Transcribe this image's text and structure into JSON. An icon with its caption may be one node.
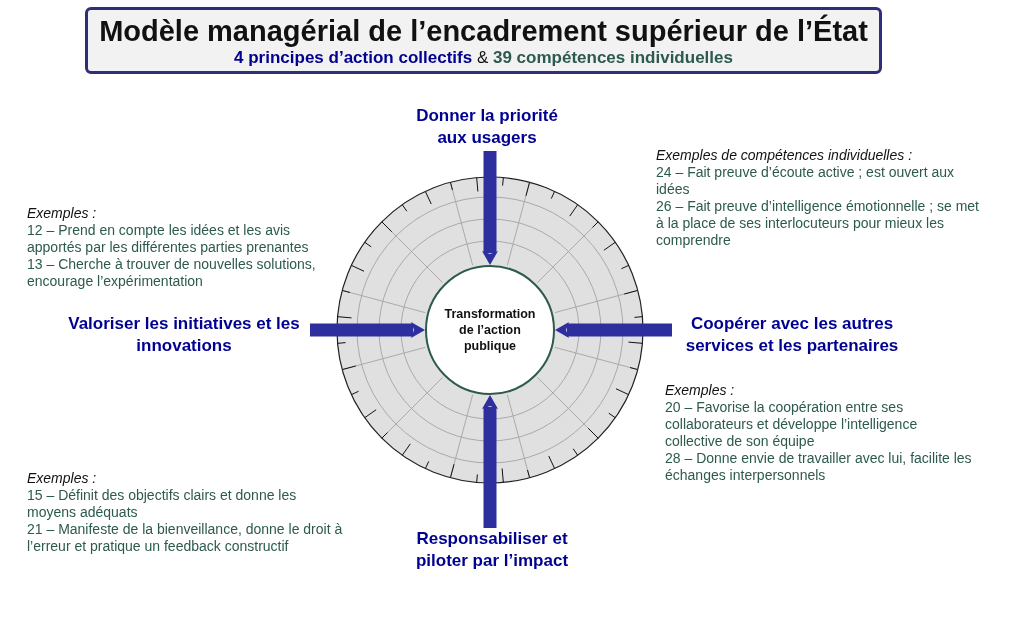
{
  "diagram": {
    "title": "Modèle managérial de l’encadrement supérieur de l’État",
    "nodes": [
      {
        "text": [
          "4 principes d’action collectifs",
          "&",
          "39 compétences individuelles"
        ]
      },
      {
        "text": [
          "Donner la priorité aux usagers"
        ],
        "beside": [
          "Exemples de compétences individuelles :",
          "24 – Fait preuve d’écoute active ; est ouvert aux idées",
          "26 – Fait preuve d’intelligence émotionnelle ; se met à la place de ses interlocuteurs pour mieux les comprendre"
        ]
      },
      {
        "text": [
          "Valoriser les initiatives et les innovations"
        ],
        "beside": [
          "Exemples :",
          "12 – Prend en compte les idées et les avis apportés par les différentes parties prenantes",
          "13 – Cherche à trouver de nouvelles solutions, encourage l’expérimentation"
        ]
      },
      {
        "text": [
          "Coopérer avec les autres services et les partenaires"
        ],
        "beside": [
          "Exemples :",
          "20 – Favorise la coopération entre ses collaborateurs et développe l’intelligence collective de son équipe",
          "28 – Donne envie de travailler avec lui, facilite les échanges interpersonnels"
        ]
      },
      {
        "text": [
          "Responsabiliser et piloter par l’impact"
        ],
        "beside": [
          "Exemples :",
          "15 – Définit des objectifs clairs et donne les moyens adéquats",
          "21 – Manifeste de la bienveillance, donne le droit à l’erreur et pratique un feedback constructif"
        ]
      },
      {
        "text": [],
        "shape": "circle"
      },
      {
        "text": [
          "Transformation de l’action publique"
        ],
        "in": 5
      }
    ],
    "edges": [
      {
        "from": 1,
        "to": 6,
        "arrow": "to"
      },
      {
        "from": 2,
        "to": 6,
        "arrow": "to"
      },
      {
        "from": 3,
        "to": 6,
        "arrow": "to"
      },
      {
        "from": 4,
        "to": 6,
        "arrow": "to"
      }
    ]
  }
}
